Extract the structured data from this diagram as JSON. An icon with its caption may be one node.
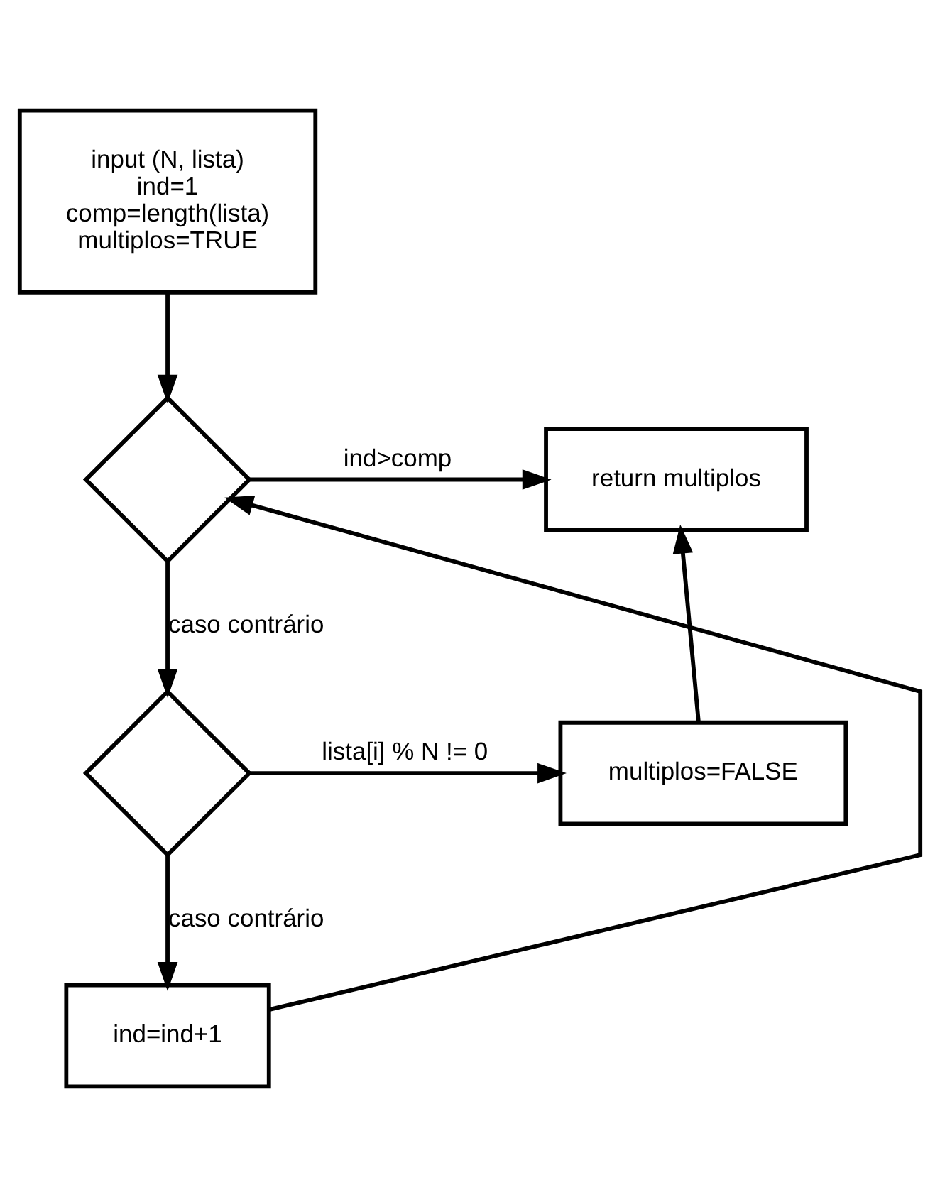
{
  "diagram": {
    "nodes": [
      {
        "text": [
          "input (N, lista)",
          "ind=1",
          "comp=length(lista)",
          "multiplos=TRUE"
        ]
      },
      {
        "text": [],
        "shape": "diamond"
      },
      {
        "text": [
          "return multiplos"
        ]
      },
      {
        "text": [],
        "shape": "diamond"
      },
      {
        "text": [
          "multiplos=FALSE"
        ]
      },
      {
        "text": [
          "ind=ind+1"
        ]
      }
    ],
    "edges": [
      {
        "from": 0,
        "to": 1,
        "arrow": "to"
      },
      {
        "from": 1,
        "to": 2,
        "arrow": "to",
        "label": "ind>comp"
      },
      {
        "from": 1,
        "to": 3,
        "arrow": "to",
        "label": "caso contrário"
      },
      {
        "from": 3,
        "to": 4,
        "arrow": "to",
        "label": "lista[i] % N != 0"
      },
      {
        "from": 4,
        "to": 2,
        "arrow": "to"
      },
      {
        "from": 3,
        "to": 5,
        "arrow": "to",
        "label": "caso contrário"
      },
      {
        "from": 5,
        "to": 1,
        "arrow": "to"
      }
    ]
  }
}
